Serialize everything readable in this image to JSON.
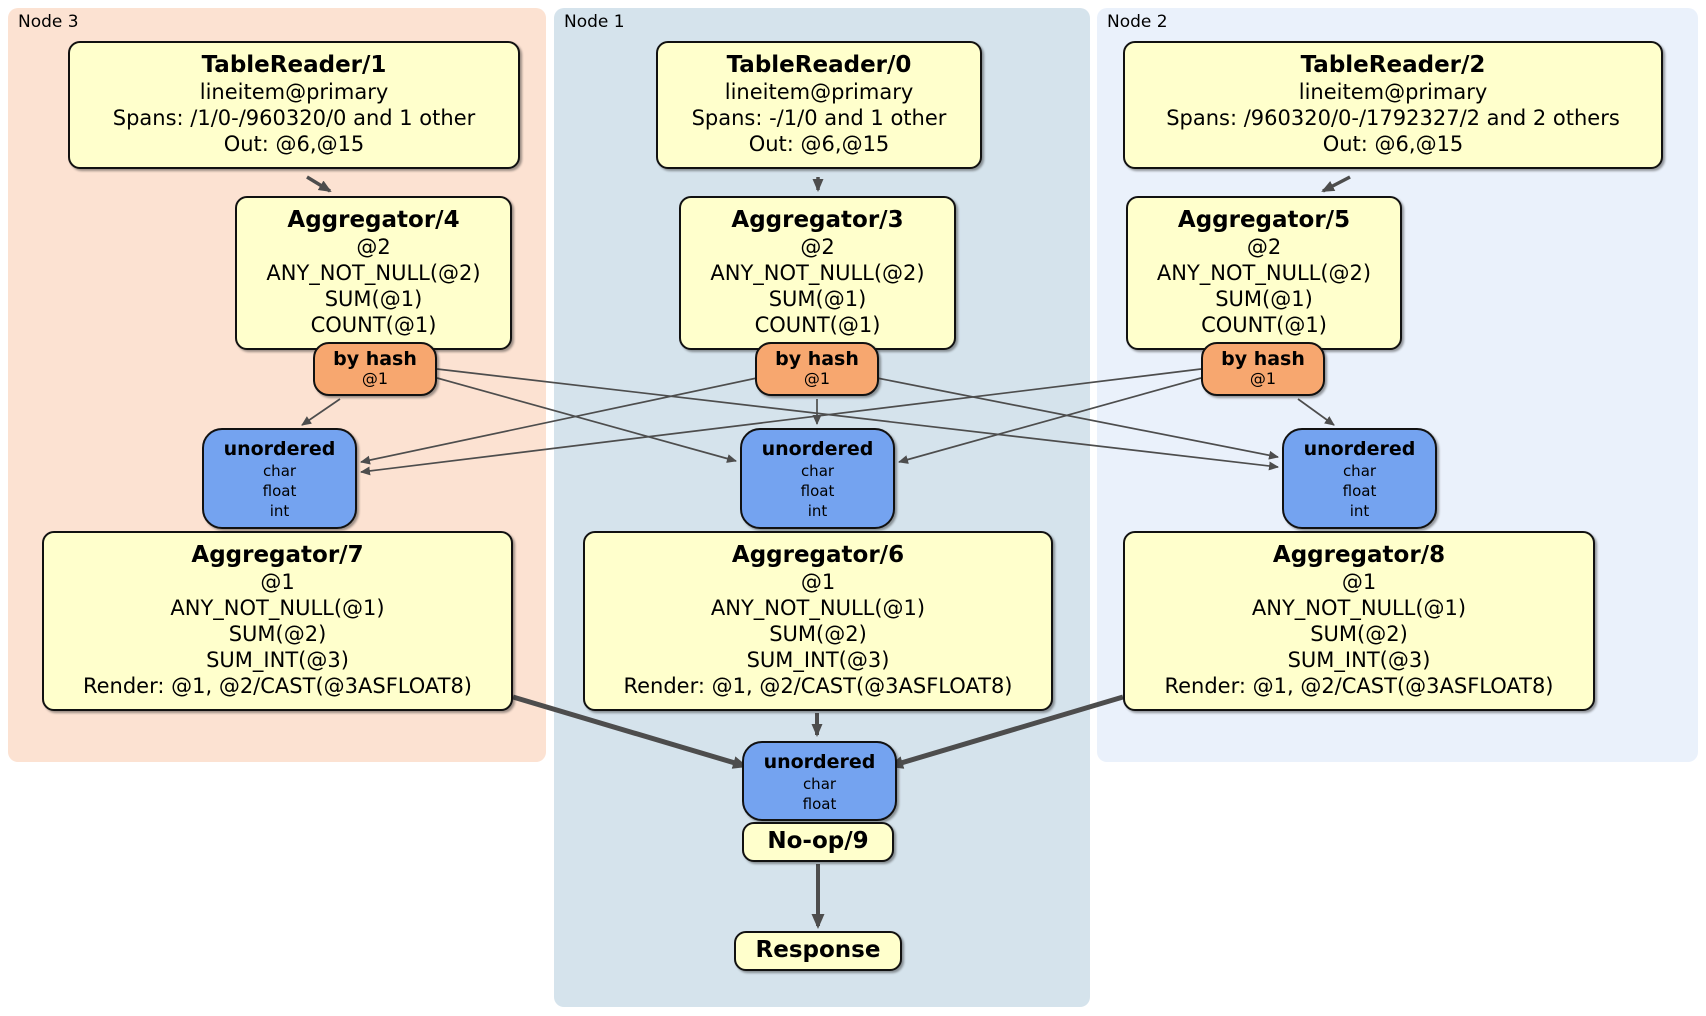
{
  "panels": {
    "node3": {
      "label": "Node 3"
    },
    "node1": {
      "label": "Node 1"
    },
    "node2": {
      "label": "Node 2"
    }
  },
  "boxes": {
    "tr1": {
      "title": "TableReader/1",
      "lines": [
        "lineitem@primary",
        "Spans: /1/0-/960320/0 and 1 other",
        "Out: @6,@15"
      ]
    },
    "tr0": {
      "title": "TableReader/0",
      "lines": [
        "lineitem@primary",
        "Spans: -/1/0 and 1 other",
        "Out: @6,@15"
      ]
    },
    "tr2": {
      "title": "TableReader/2",
      "lines": [
        "lineitem@primary",
        "Spans: /960320/0-/1792327/2 and 2 others",
        "Out: @6,@15"
      ]
    },
    "agg4": {
      "title": "Aggregator/4",
      "lines": [
        "@2",
        "ANY_NOT_NULL(@2)",
        "SUM(@1)",
        "COUNT(@1)"
      ]
    },
    "agg3": {
      "title": "Aggregator/3",
      "lines": [
        "@2",
        "ANY_NOT_NULL(@2)",
        "SUM(@1)",
        "COUNT(@1)"
      ]
    },
    "agg5": {
      "title": "Aggregator/5",
      "lines": [
        "@2",
        "ANY_NOT_NULL(@2)",
        "SUM(@1)",
        "COUNT(@1)"
      ]
    },
    "agg7": {
      "title": "Aggregator/7",
      "lines": [
        "@1",
        "ANY_NOT_NULL(@1)",
        "SUM(@2)",
        "SUM_INT(@3)",
        "Render: @1, @2/CAST(@3ASFLOAT8)"
      ]
    },
    "agg6": {
      "title": "Aggregator/6",
      "lines": [
        "@1",
        "ANY_NOT_NULL(@1)",
        "SUM(@2)",
        "SUM_INT(@3)",
        "Render: @1, @2/CAST(@3ASFLOAT8)"
      ]
    },
    "agg8": {
      "title": "Aggregator/8",
      "lines": [
        "@1",
        "ANY_NOT_NULL(@1)",
        "SUM(@2)",
        "SUM_INT(@3)",
        "Render: @1, @2/CAST(@3ASFLOAT8)"
      ]
    },
    "noop": {
      "title": "No-op/9"
    },
    "response": {
      "title": "Response"
    }
  },
  "routers": {
    "left": {
      "title": "by hash",
      "lines": [
        "@1"
      ]
    },
    "center": {
      "title": "by hash",
      "lines": [
        "@1"
      ]
    },
    "right": {
      "title": "by hash",
      "lines": [
        "@1"
      ]
    }
  },
  "syncs": {
    "left": {
      "title": "unordered",
      "lines": [
        "char",
        "float",
        "int"
      ]
    },
    "center": {
      "title": "unordered",
      "lines": [
        "char",
        "float",
        "int"
      ]
    },
    "right": {
      "title": "unordered",
      "lines": [
        "char",
        "float",
        "int"
      ]
    },
    "final": {
      "title": "unordered",
      "lines": [
        "char",
        "float"
      ]
    }
  },
  "colors": {
    "node3_bg": "#fce2d2",
    "node1_bg": "#d5e3ec",
    "node2_bg": "#eaf1fb",
    "processor_bg": "#ffffcc",
    "router_bg": "#f7a76f",
    "sync_bg": "#74a3f0",
    "edge": "#4d4d4d",
    "border": "#111111"
  }
}
